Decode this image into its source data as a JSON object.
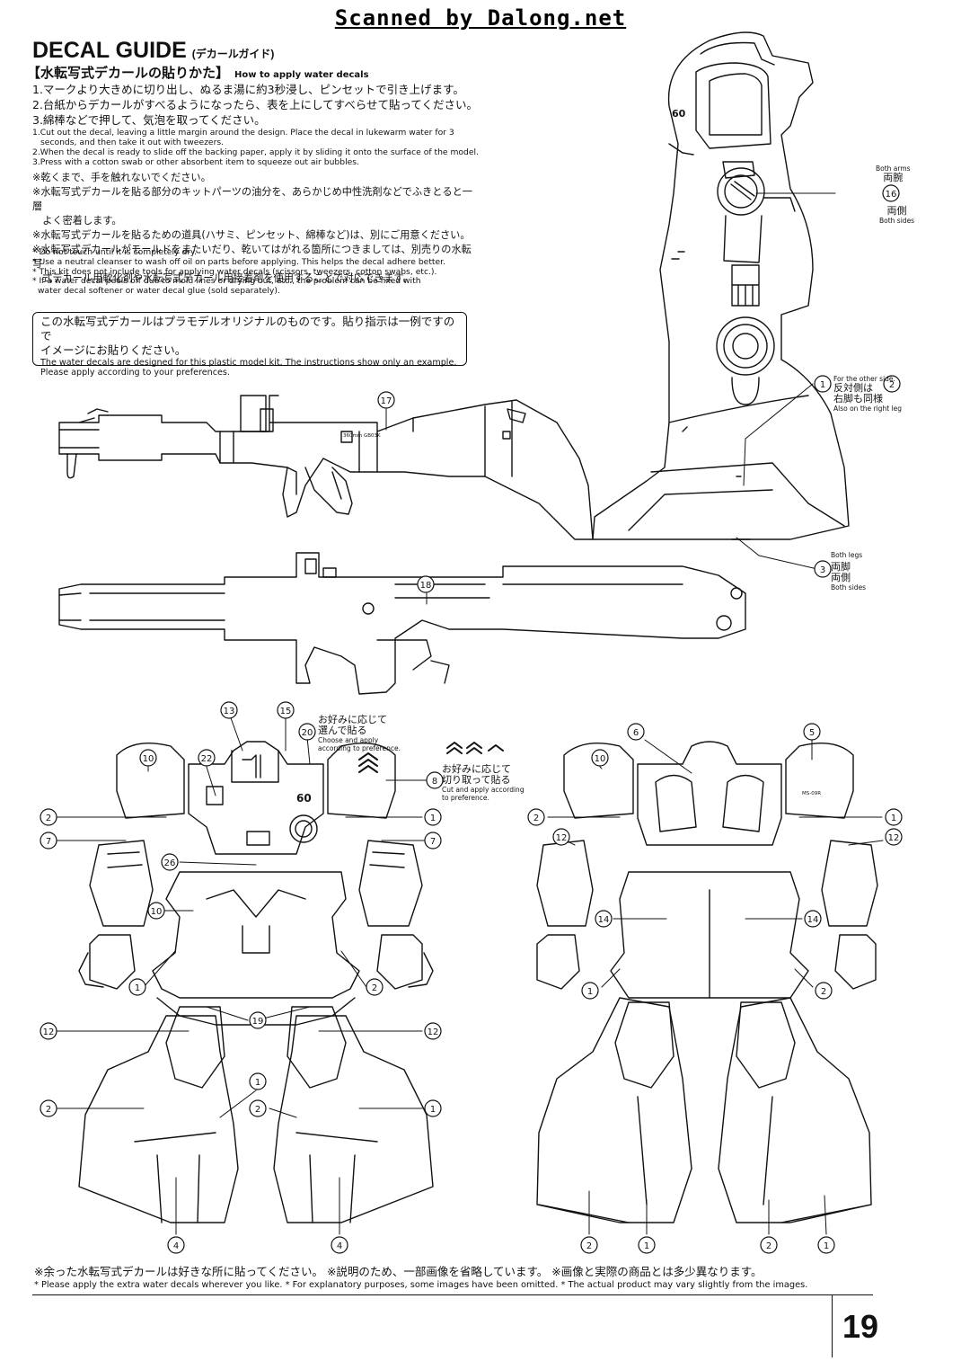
{
  "watermark": "Scanned by Dalong.net",
  "header": {
    "title": "DECAL GUIDE",
    "title_jp": "(デカールガイド)",
    "howto_jp": "【水転写式デカールの貼りかた】",
    "howto_en": "How to apply water decals"
  },
  "steps_jp": [
    "1.マークより大きめに切り出し、ぬるま湯に約3秒浸し、ピンセットで引き上げます。",
    "2.台紙からデカールがすべるようになったら、表を上にしてすべらせて貼ってください。",
    "3.綿棒などで押して、気泡を取ってください。"
  ],
  "steps_en": [
    "1.Cut out the decal, leaving a little margin around the design. Place the decal in lukewarm water for 3",
    "seconds, and then take it out with tweezers.",
    "2.When the decal is ready to slide off the backing paper, apply it by sliding it onto the surface of the model.",
    "3.Press with a cotton swab or other absorbent item to squeeze out air bubbles."
  ],
  "notes_jp": [
    "※乾くまで、手を触れないでください。",
    "※水転写式デカールを貼る部分のキットパーツの油分を、あらかじめ中性洗剤などでふきとると一層",
    "　よく密着します。",
    "※水転写式デカールを貼るための道具(ハサミ、ピンセット、綿棒など)は、別にご用意ください。",
    "※水転写式デカールがモールドをまたいだり、乾いてはがれる箇所につきましては、別売りの水転写",
    "　式デカール用軟化剤や水転写式デカール用接着剤を使用することで対応できます。"
  ],
  "notes_en": [
    "* Do not touch until it is completely dry.",
    "* Use a neutral cleanser to wash off oil on parts before applying. This helps the decal adhere better.",
    "* This kit does not include tools for applying water decals (scissors, tweezers, cotton swabs, etc.).",
    "* If a water decal peels off due to mold lines or drying out, etc., the problem can be fixed with",
    "  water decal softener or water decal glue (sold separately)."
  ],
  "info_box": {
    "jp1": "この水転写式デカールはプラモデルオリジナルのものです。貼り指示は一例ですので",
    "jp2": "イメージにお貼りください。",
    "en1": "The water decals are designed for this plastic model kit. The instructions show only an example.",
    "en2": "Please apply according to your preferences."
  },
  "labels": {
    "both_arms_en": "Both arms",
    "both_arms_jp": "両腕",
    "both_sides_jp": "両側",
    "both_sides_en": "Both sides",
    "other_side_en": "For the other side.",
    "other_side_jp": "反対側は",
    "right_leg_jp": "右脚も同様",
    "right_leg_en": "Also on the right leg",
    "both_legs_en": "Both legs",
    "both_legs_jp": "両脚",
    "both_sides2_jp": "両側",
    "both_sides2_en": "Both sides",
    "choose_jp1": "お好みに応じて",
    "choose_jp2": "選んで貼る",
    "choose_en1": "Choose and apply",
    "choose_en2": "according to preference.",
    "cut_jp1": "お好みに応じて",
    "cut_jp2": "切り取って貼る",
    "cut_en1": "Cut and apply according",
    "cut_en2": "to preference.",
    "bazooka_text": "360mm GB03K",
    "shoulder_num": "60",
    "helmet_num": "60",
    "ms_code": "MS-09R"
  },
  "footer": {
    "jp": "※余った水転写式デカールは好きな所に貼ってください。 ※説明のため、一部画像を省略しています。 ※画像と実際の商品とは多少異なります。",
    "en": "* Please apply the extra water decals wherever you like. * For explanatory purposes, some images have been omitted. * The actual product may vary slightly from the images.",
    "page": "19"
  },
  "callouts": [
    "1",
    "2",
    "3",
    "4",
    "5",
    "6",
    "7",
    "8",
    "10",
    "12",
    "13",
    "14",
    "15",
    "16",
    "17",
    "18",
    "19",
    "20",
    "22",
    "26"
  ]
}
